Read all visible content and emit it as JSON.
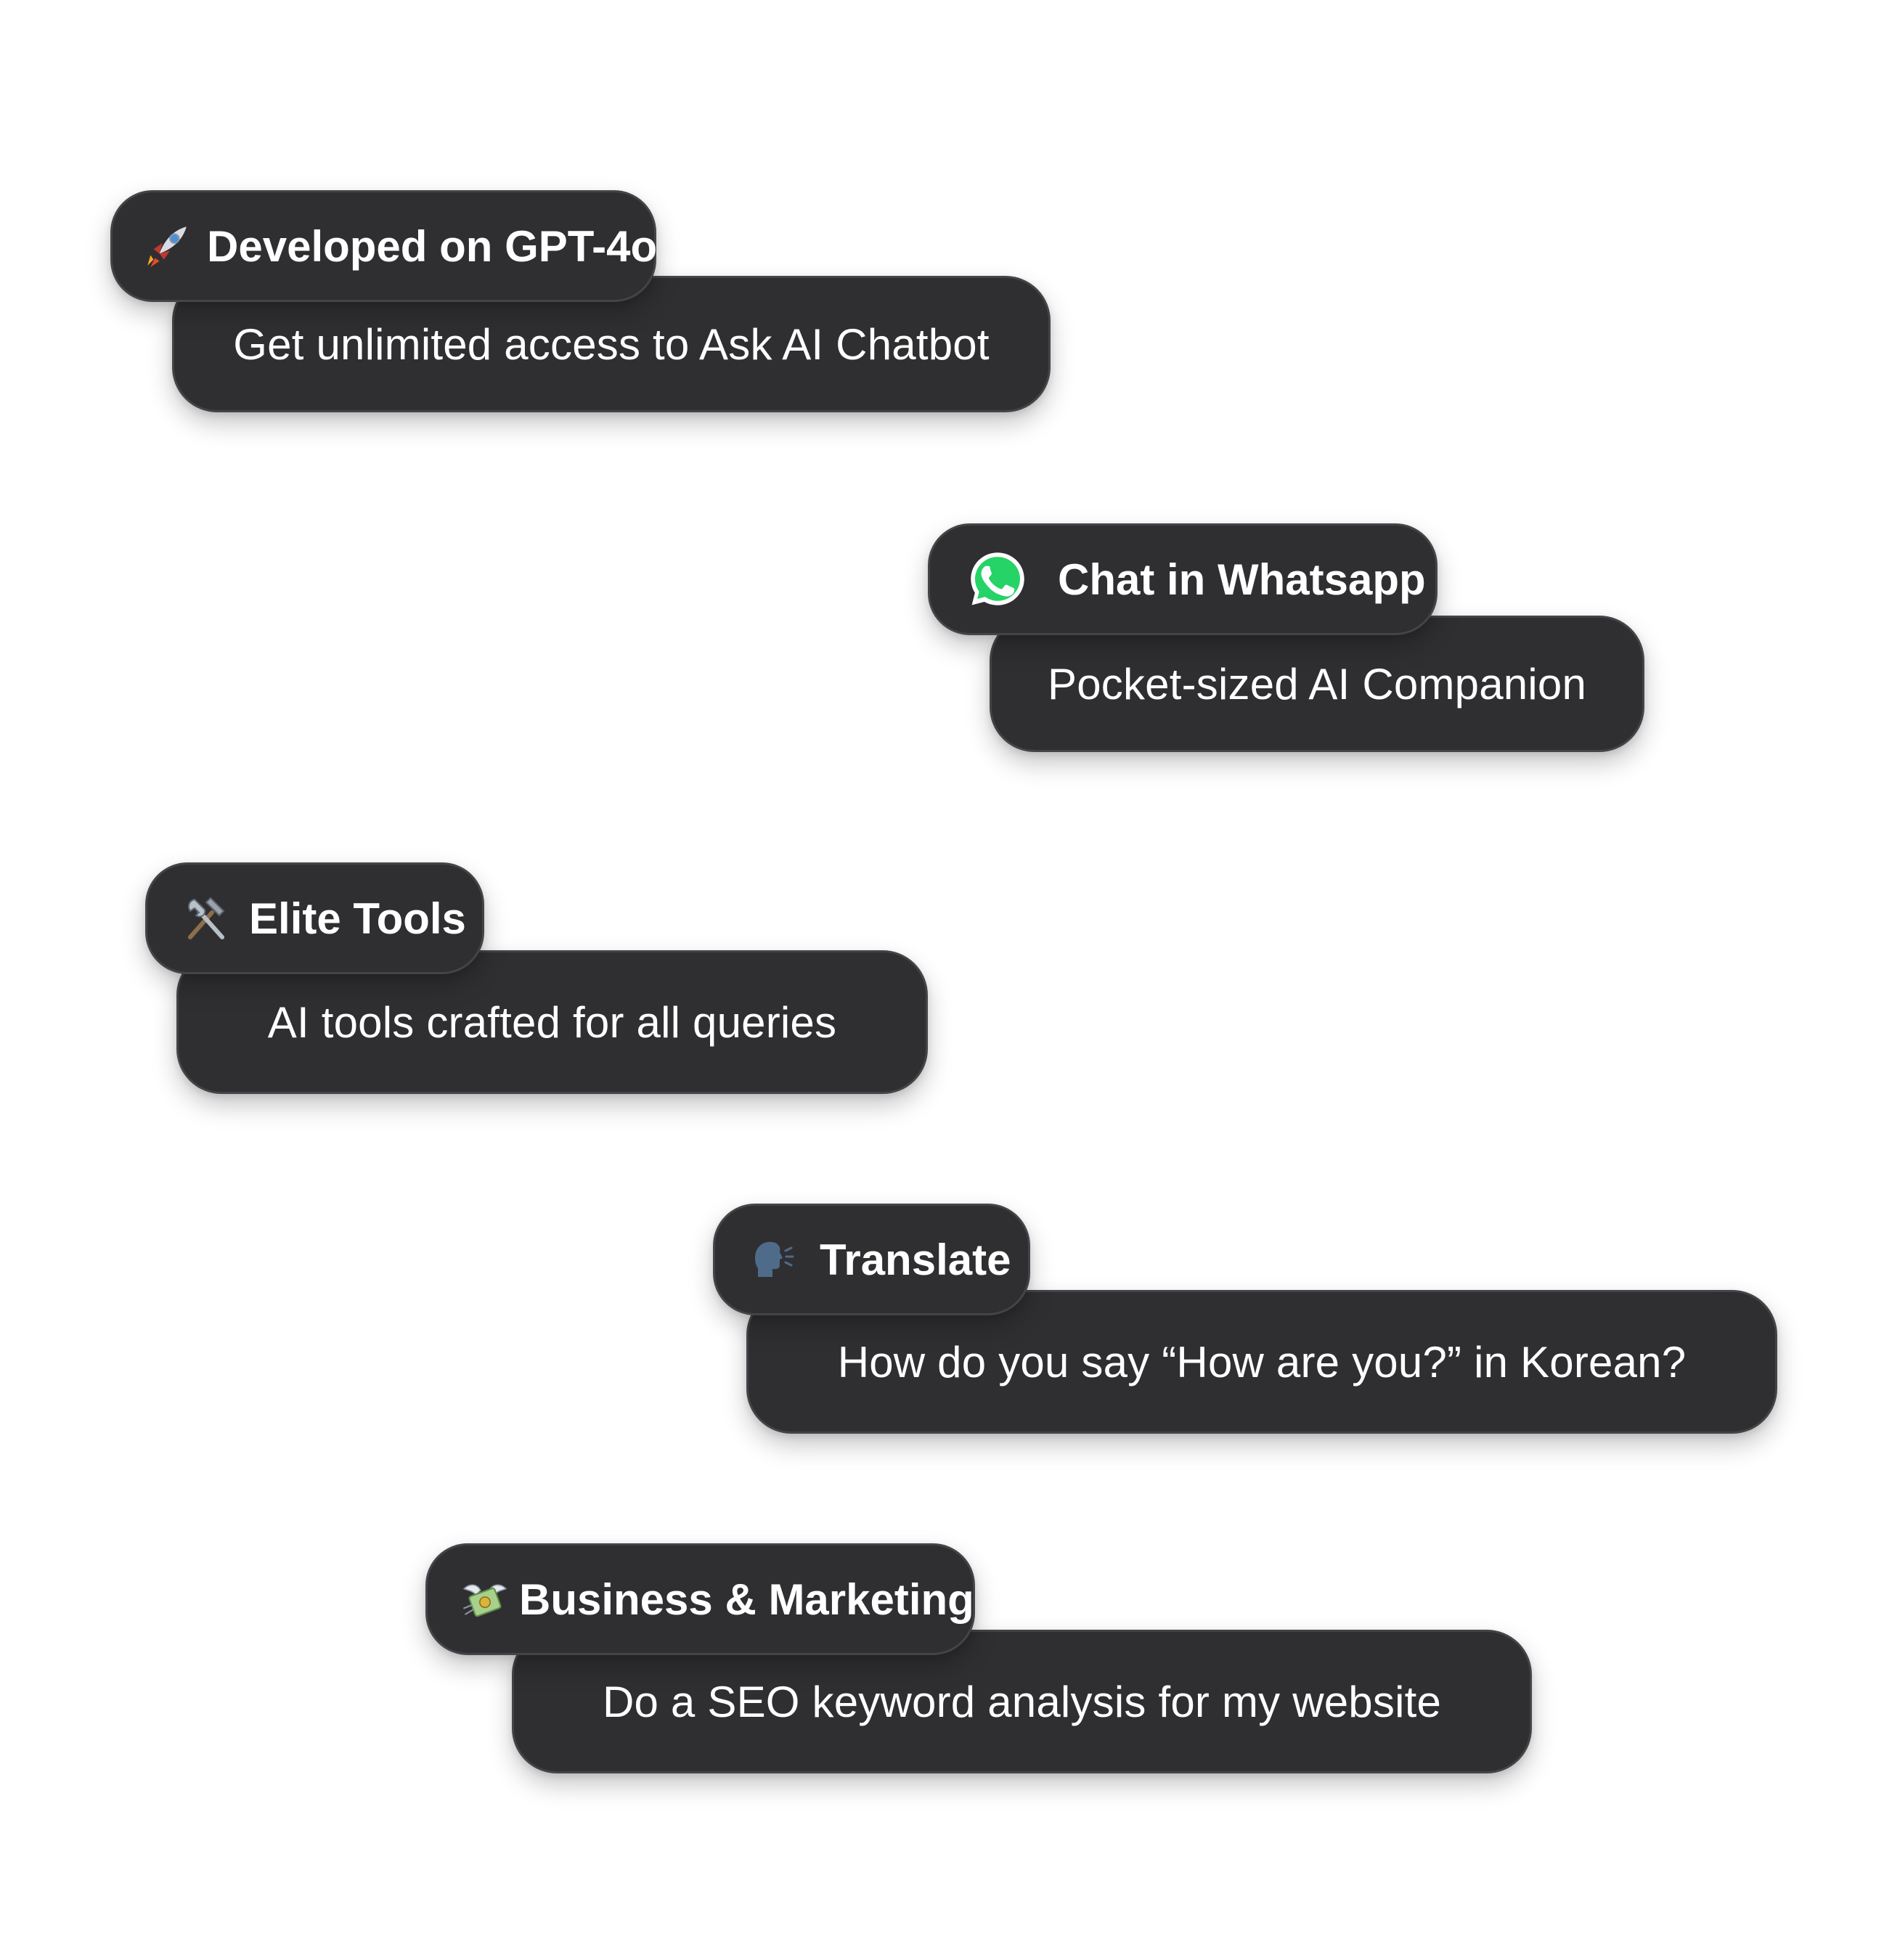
{
  "cards": [
    {
      "tag_label": "Developed on GPT-4o",
      "tag_icon": "rocket-icon",
      "description": "Get unlimited access to Ask AI Chatbot"
    },
    {
      "tag_label": "Chat in Whatsapp",
      "tag_icon": "whatsapp-icon",
      "description": "Pocket-sized AI Companion"
    },
    {
      "tag_label": "Elite Tools",
      "tag_icon": "hammer-and-wrench-icon",
      "description": "AI tools crafted for all queries"
    },
    {
      "tag_label": "Translate",
      "tag_icon": "speaking-head-icon",
      "description": "How do you say “How are you?” in Korean?"
    },
    {
      "tag_label": "Business & Marketing",
      "tag_icon": "money-with-wings-icon",
      "description": "Do a SEO keyword analysis for my website"
    }
  ],
  "colors": {
    "card_background": "#2f2f32",
    "card_border": "#444448",
    "text": "#ffffff",
    "page_background": "#ffffff",
    "whatsapp_green": "#25d366"
  }
}
